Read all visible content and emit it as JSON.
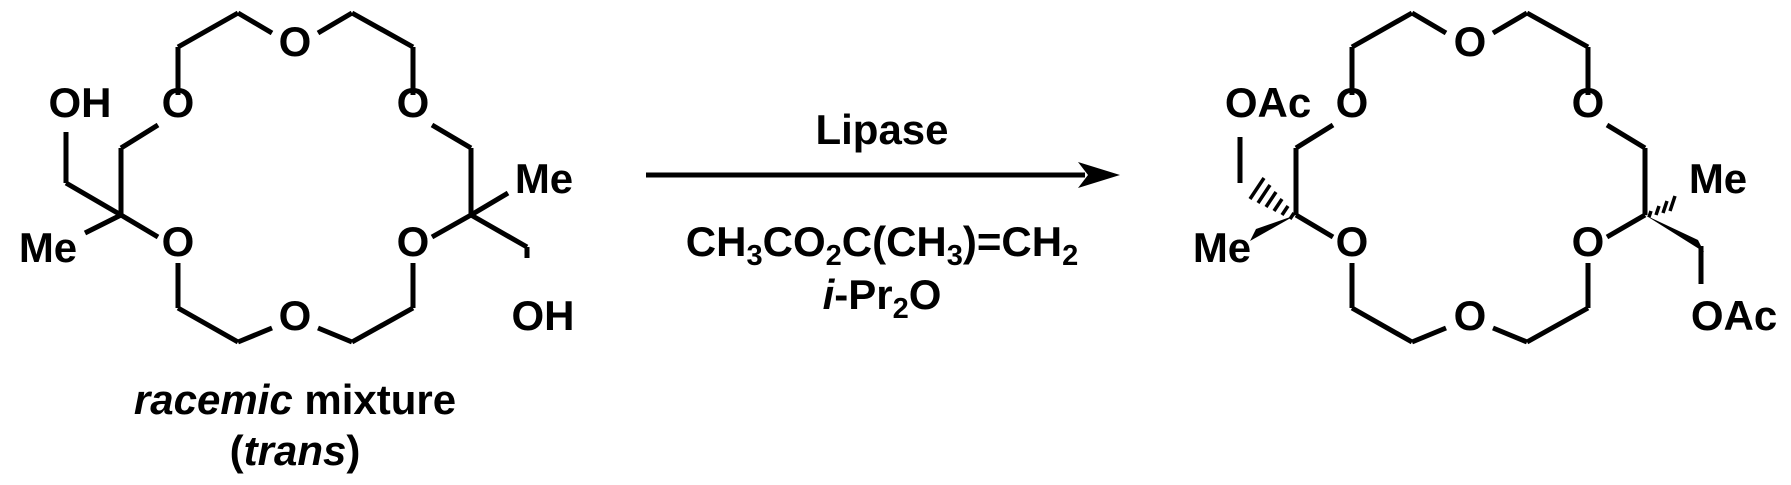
{
  "reactant": {
    "ring_oxygen": "O",
    "hydroxyl_left": "OH",
    "hydroxyl_right": "OH",
    "methyl_left": "Me",
    "methyl_right": "Me"
  },
  "caption": {
    "line1_italic": "racemic",
    "line1_rest": " mixture",
    "line2_open": "(",
    "line2_italic": "trans",
    "line2_close": ")"
  },
  "conditions": {
    "catalyst": "Lipase",
    "reagent_parts": [
      "CH",
      "3",
      "CO",
      "2",
      "C(CH",
      "3",
      ")=CH",
      "2"
    ],
    "solvent_italic": "i",
    "solvent_main": "-Pr",
    "solvent_sub": "2",
    "solvent_end": "O"
  },
  "product": {
    "ring_oxygen": "O",
    "acetate_left": "OAc",
    "acetate_right": "OAc",
    "methyl_left": "Me",
    "methyl_right": "Me"
  }
}
